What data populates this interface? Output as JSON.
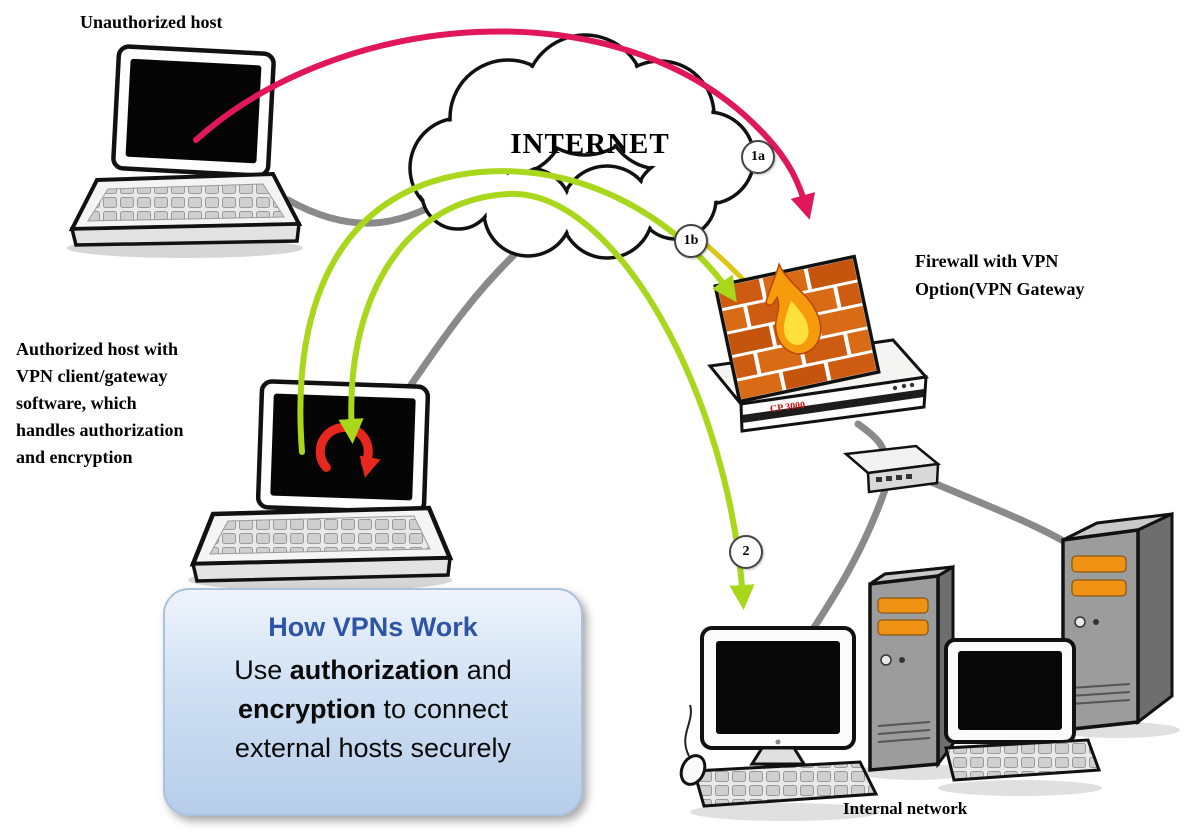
{
  "diagram": {
    "labels": {
      "unauthorized_host": "Unauthorized host",
      "internet": "INTERNET",
      "firewall_gateway": "Firewall with VPN\nOption(VPN Gateway",
      "authorized_host": "Authorized host with\nVPN client/gateway\nsoftware, which\nhandles authorization\nand encryption",
      "internal_network": "Internal network",
      "router_model": "CP 3000"
    },
    "badges": {
      "step_1a": "1a",
      "step_1b": "1b",
      "step_2": "2"
    },
    "infobox": {
      "title": "How VPNs Work",
      "seg_use": "Use ",
      "seg_auth": "authorization",
      "seg_and": " and",
      "seg_enc": "encryption",
      "seg_connect": " to connect",
      "seg_tail": "external hosts securely"
    },
    "icons": {
      "vpn_client_icon": "red-circular-arrow",
      "flame_icon": "firewall-flame"
    },
    "colors": {
      "attack_arrow": "#e0175b",
      "vpn_arrow": "#a8d71c",
      "internet_cable": "#dcc613",
      "lan_cable": "#8a8a8a",
      "firewall_brick": "#cd5c12",
      "drive_bay": "#ef9113",
      "infobox_title": "#2e54a5"
    }
  }
}
